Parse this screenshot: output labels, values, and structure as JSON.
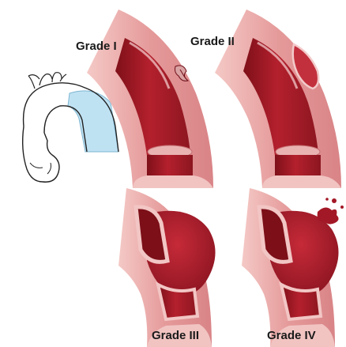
{
  "labels": {
    "grade1": "Grade I",
    "grade2": "Grade II",
    "grade3": "Grade III",
    "grade4": "Grade IV"
  },
  "colors": {
    "wall": "#e8a3a3",
    "wall_edge": "#c56f72",
    "lumen": "#b21f2b",
    "lumen_dark": "#8c1620",
    "highlight": "#f6d3d3",
    "hematoma": "#a81c2a",
    "region_highlight": "#b7dff2"
  }
}
